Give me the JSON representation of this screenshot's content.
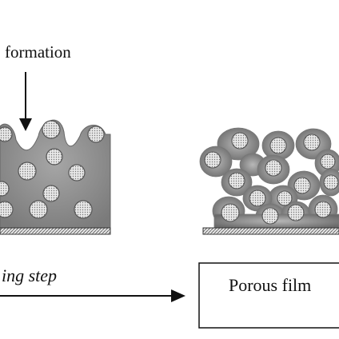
{
  "annotation": {
    "text": "formation"
  },
  "step_label": {
    "text": "ing step"
  },
  "result_box": {
    "label": "Porous film"
  },
  "colors": {
    "film": "#8f8f8f",
    "film_edge": "#6e6e6e",
    "particle_core": "#d9d9d9",
    "substrate": "#cfcfcf",
    "line": "#111111"
  }
}
